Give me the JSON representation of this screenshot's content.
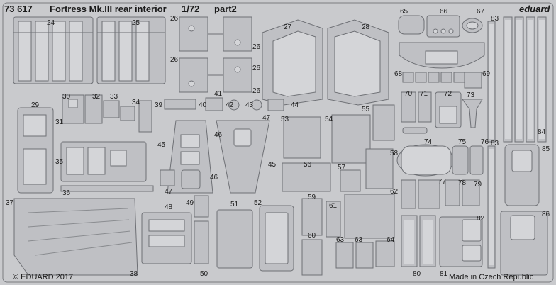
{
  "header": {
    "code": "73 617",
    "title": "Fortress Mk.III rear interior",
    "scale": "1/72",
    "part": "part2"
  },
  "logo": "eduard",
  "footer": {
    "copyright": "© EDUARD 2017",
    "origin": "Made in Czech Republic"
  },
  "part_numbers": {
    "p24": "24",
    "p25": "25",
    "p26a": "26",
    "p26b": "26",
    "p26c": "26",
    "p26d": "26",
    "p26e": "26",
    "p27": "27",
    "p28": "28",
    "p29": "29",
    "p30": "30",
    "p31": "31",
    "p32": "32",
    "p33": "33",
    "p34": "34",
    "p35": "35",
    "p36": "36",
    "p37": "37",
    "p38": "38",
    "p39": "39",
    "p40": "40",
    "p41": "41",
    "p42": "42",
    "p43": "43",
    "p44": "44",
    "p45a": "45",
    "p45b": "45",
    "p46a": "46",
    "p46b": "46",
    "p47a": "47",
    "p47b": "47",
    "p48": "48",
    "p49": "49",
    "p50": "50",
    "p51": "51",
    "p52": "52",
    "p53": "53",
    "p54": "54",
    "p55": "55",
    "p56": "56",
    "p57": "57",
    "p58": "58",
    "p59": "59",
    "p60": "60",
    "p61": "61",
    "p62": "62",
    "p63a": "63",
    "p63b": "63",
    "p64": "64",
    "p65": "65",
    "p66": "66",
    "p67": "67",
    "p68": "68",
    "p69": "69",
    "p70": "70",
    "p71": "71",
    "p72": "72",
    "p73": "73",
    "p74": "74",
    "p75": "75",
    "p76": "76",
    "p77": "77",
    "p78": "78",
    "p79": "79",
    "p80": "80",
    "p81": "81",
    "p82": "82",
    "p83a": "83",
    "p83b": "83",
    "p84": "84",
    "p85": "85",
    "p86": "86"
  },
  "colors": {
    "fret": "#c9cacd",
    "part": "#bfc0c4",
    "outline": "#6e7075",
    "text": "#1c1c1c"
  }
}
